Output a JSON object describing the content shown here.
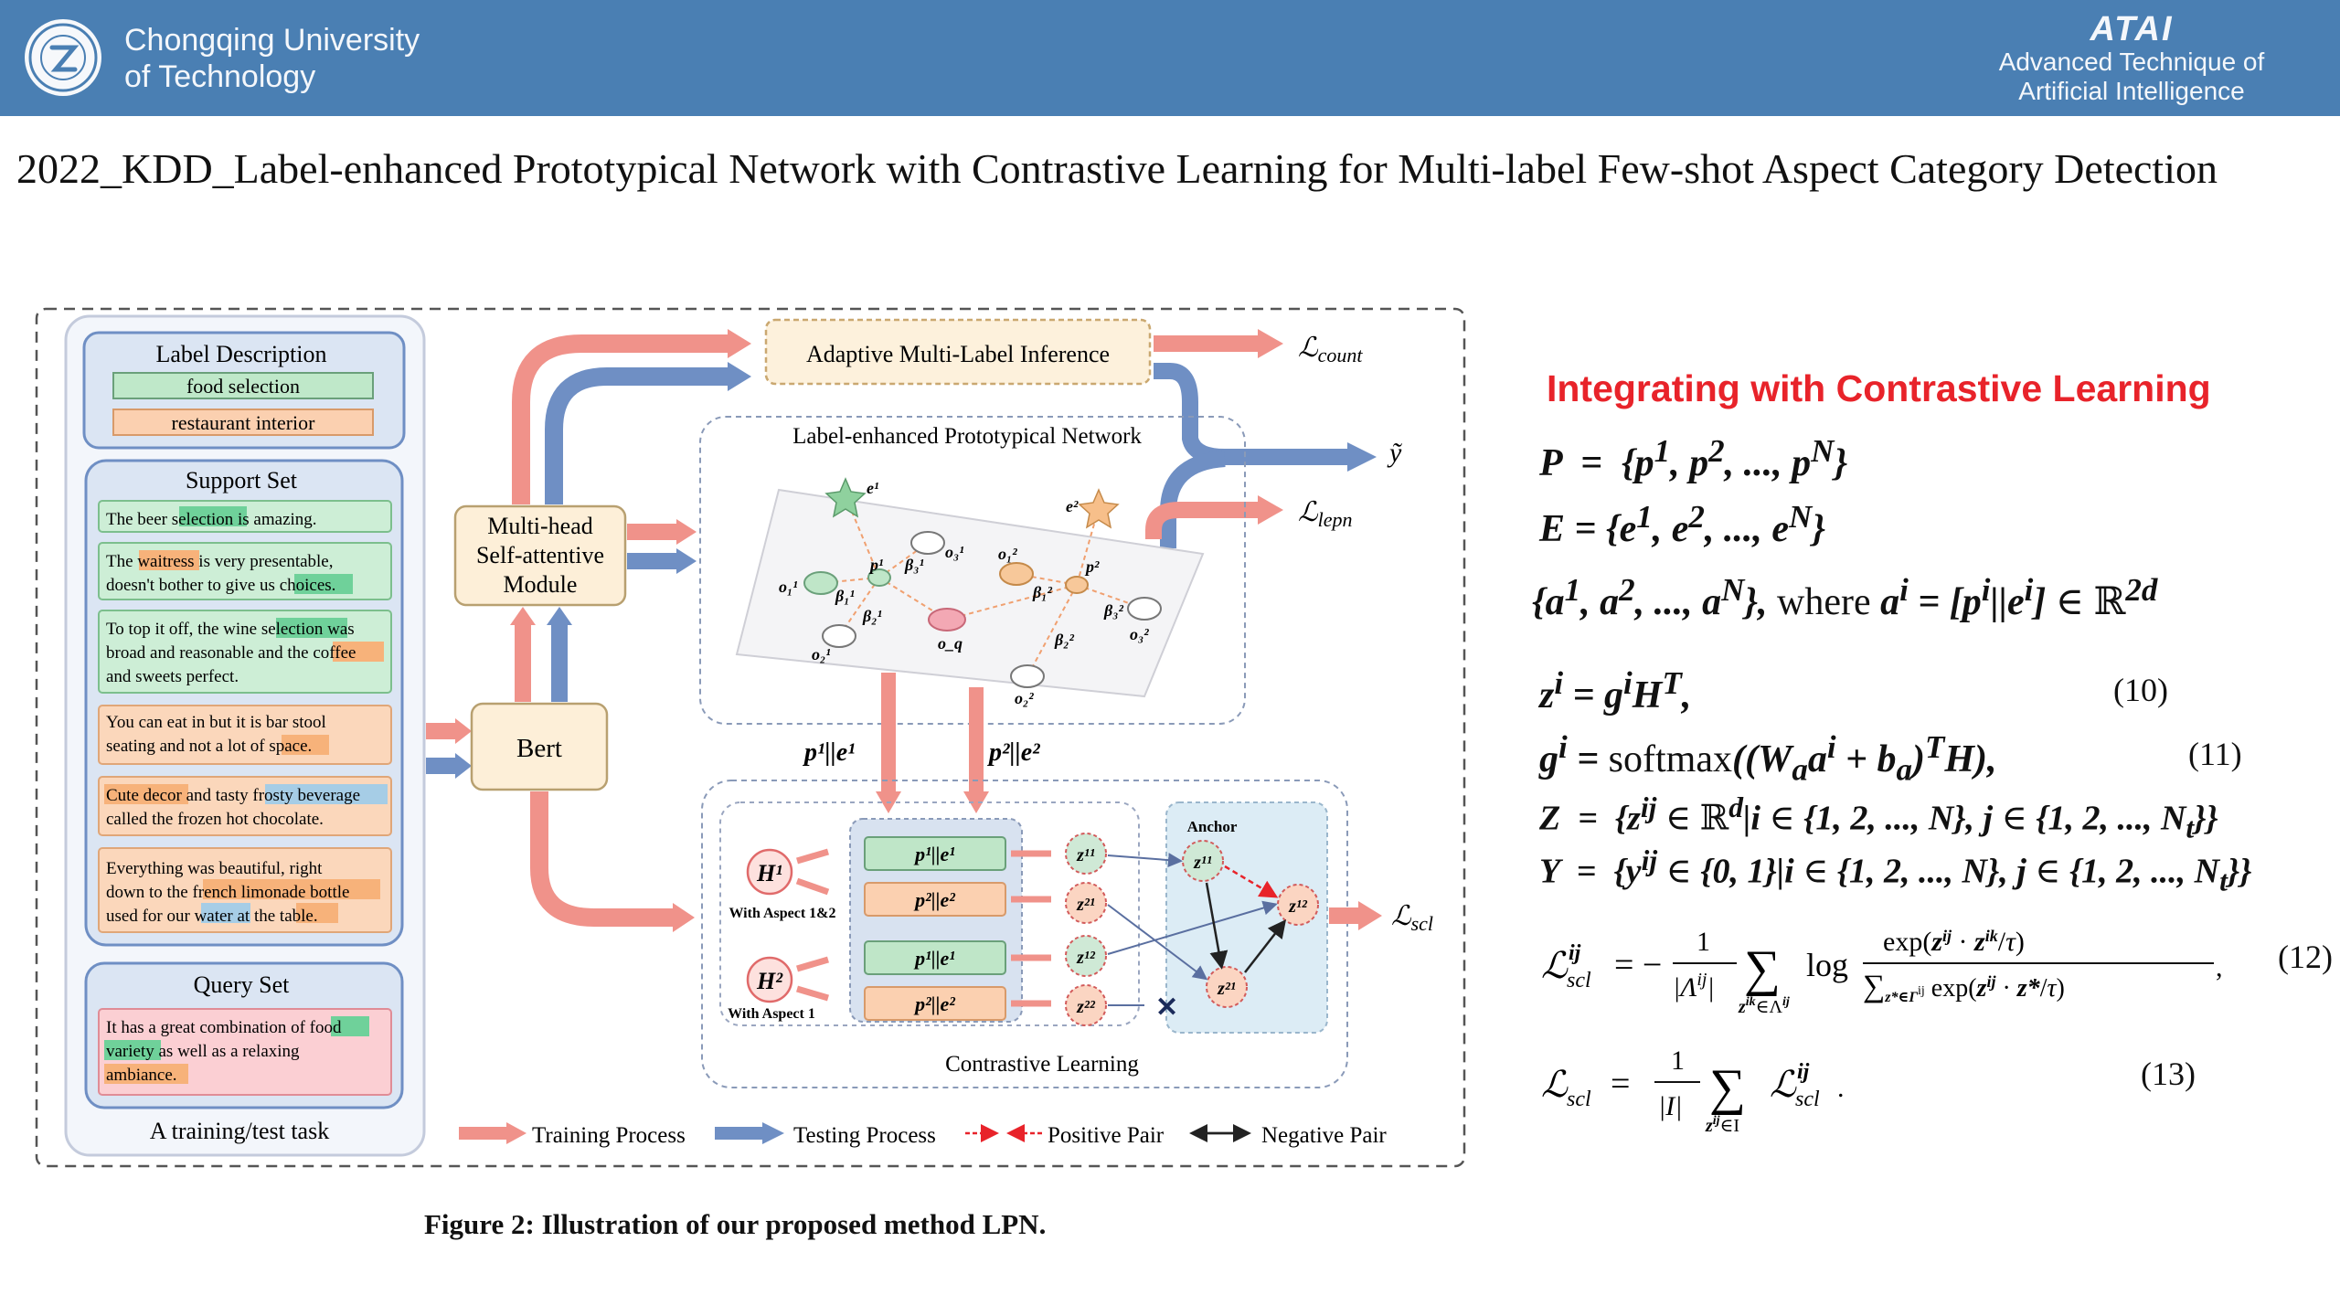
{
  "header": {
    "university_line1": "Chongqing University",
    "university_line2": "of Technology",
    "lab_name": "ATAI",
    "lab_full_line1": "Advanced Technique of",
    "lab_full_line2": "Artificial  Intelligence"
  },
  "paper_title": "2022_KDD_Label-enhanced Prototypical Network with Contrastive Learning for Multi-label Few-shot Aspect Category Detection",
  "figure": {
    "label_description": {
      "title": "Label Description",
      "items": [
        "food selection",
        "restaurant interior"
      ]
    },
    "support_set": {
      "title": "Support Set",
      "sentences": [
        "The beer selection is amazing.",
        "The waitress is very presentable, doesn't bother to give us choices.",
        "To top it off, the wine selection was broad and reasonable and the coffee and sweets perfect.",
        "You can eat in but it is bar stool seating and not a lot of space.",
        "Cute decor and tasty frosty beverage called the frozen hot chocolate.",
        "Everything was beautiful, right down to the french limonade bottle used for our water at the table."
      ]
    },
    "query_set": {
      "title": "Query Set",
      "sentence": "It has a great combination of food variety as well as a relaxing ambiance."
    },
    "task_label": "A training/test task",
    "bert": "Bert",
    "mhsa": [
      "Multi-head",
      "Self-attentive",
      "Module"
    ],
    "ami": "Adaptive Multi-Label Inference",
    "lpn": "Label-enhanced Prototypical Network",
    "contrastive": "Contrastive Learning",
    "anchor": "Anchor",
    "aspect12": "With Aspect 1&2",
    "aspect1": "With Aspect 1",
    "legend": {
      "training": "Training Process",
      "testing": "Testing Process",
      "positive": "Positive Pair",
      "negative": "Negative Pair"
    },
    "caption": "Figure 2: Illustration of our proposed method LPN."
  },
  "equations": {
    "heading": "Integrating with Contrastive Learning",
    "nums": [
      "(10)",
      "(11)",
      "(12)",
      "(13)"
    ]
  },
  "colors": {
    "header_bg": "#4a7fb3",
    "heading_red": "#e8232a",
    "train_arrow": "#f0928a",
    "test_arrow": "#6f8fc4",
    "green_highlight": "#7dd3a0",
    "orange_highlight": "#f7b27a"
  }
}
